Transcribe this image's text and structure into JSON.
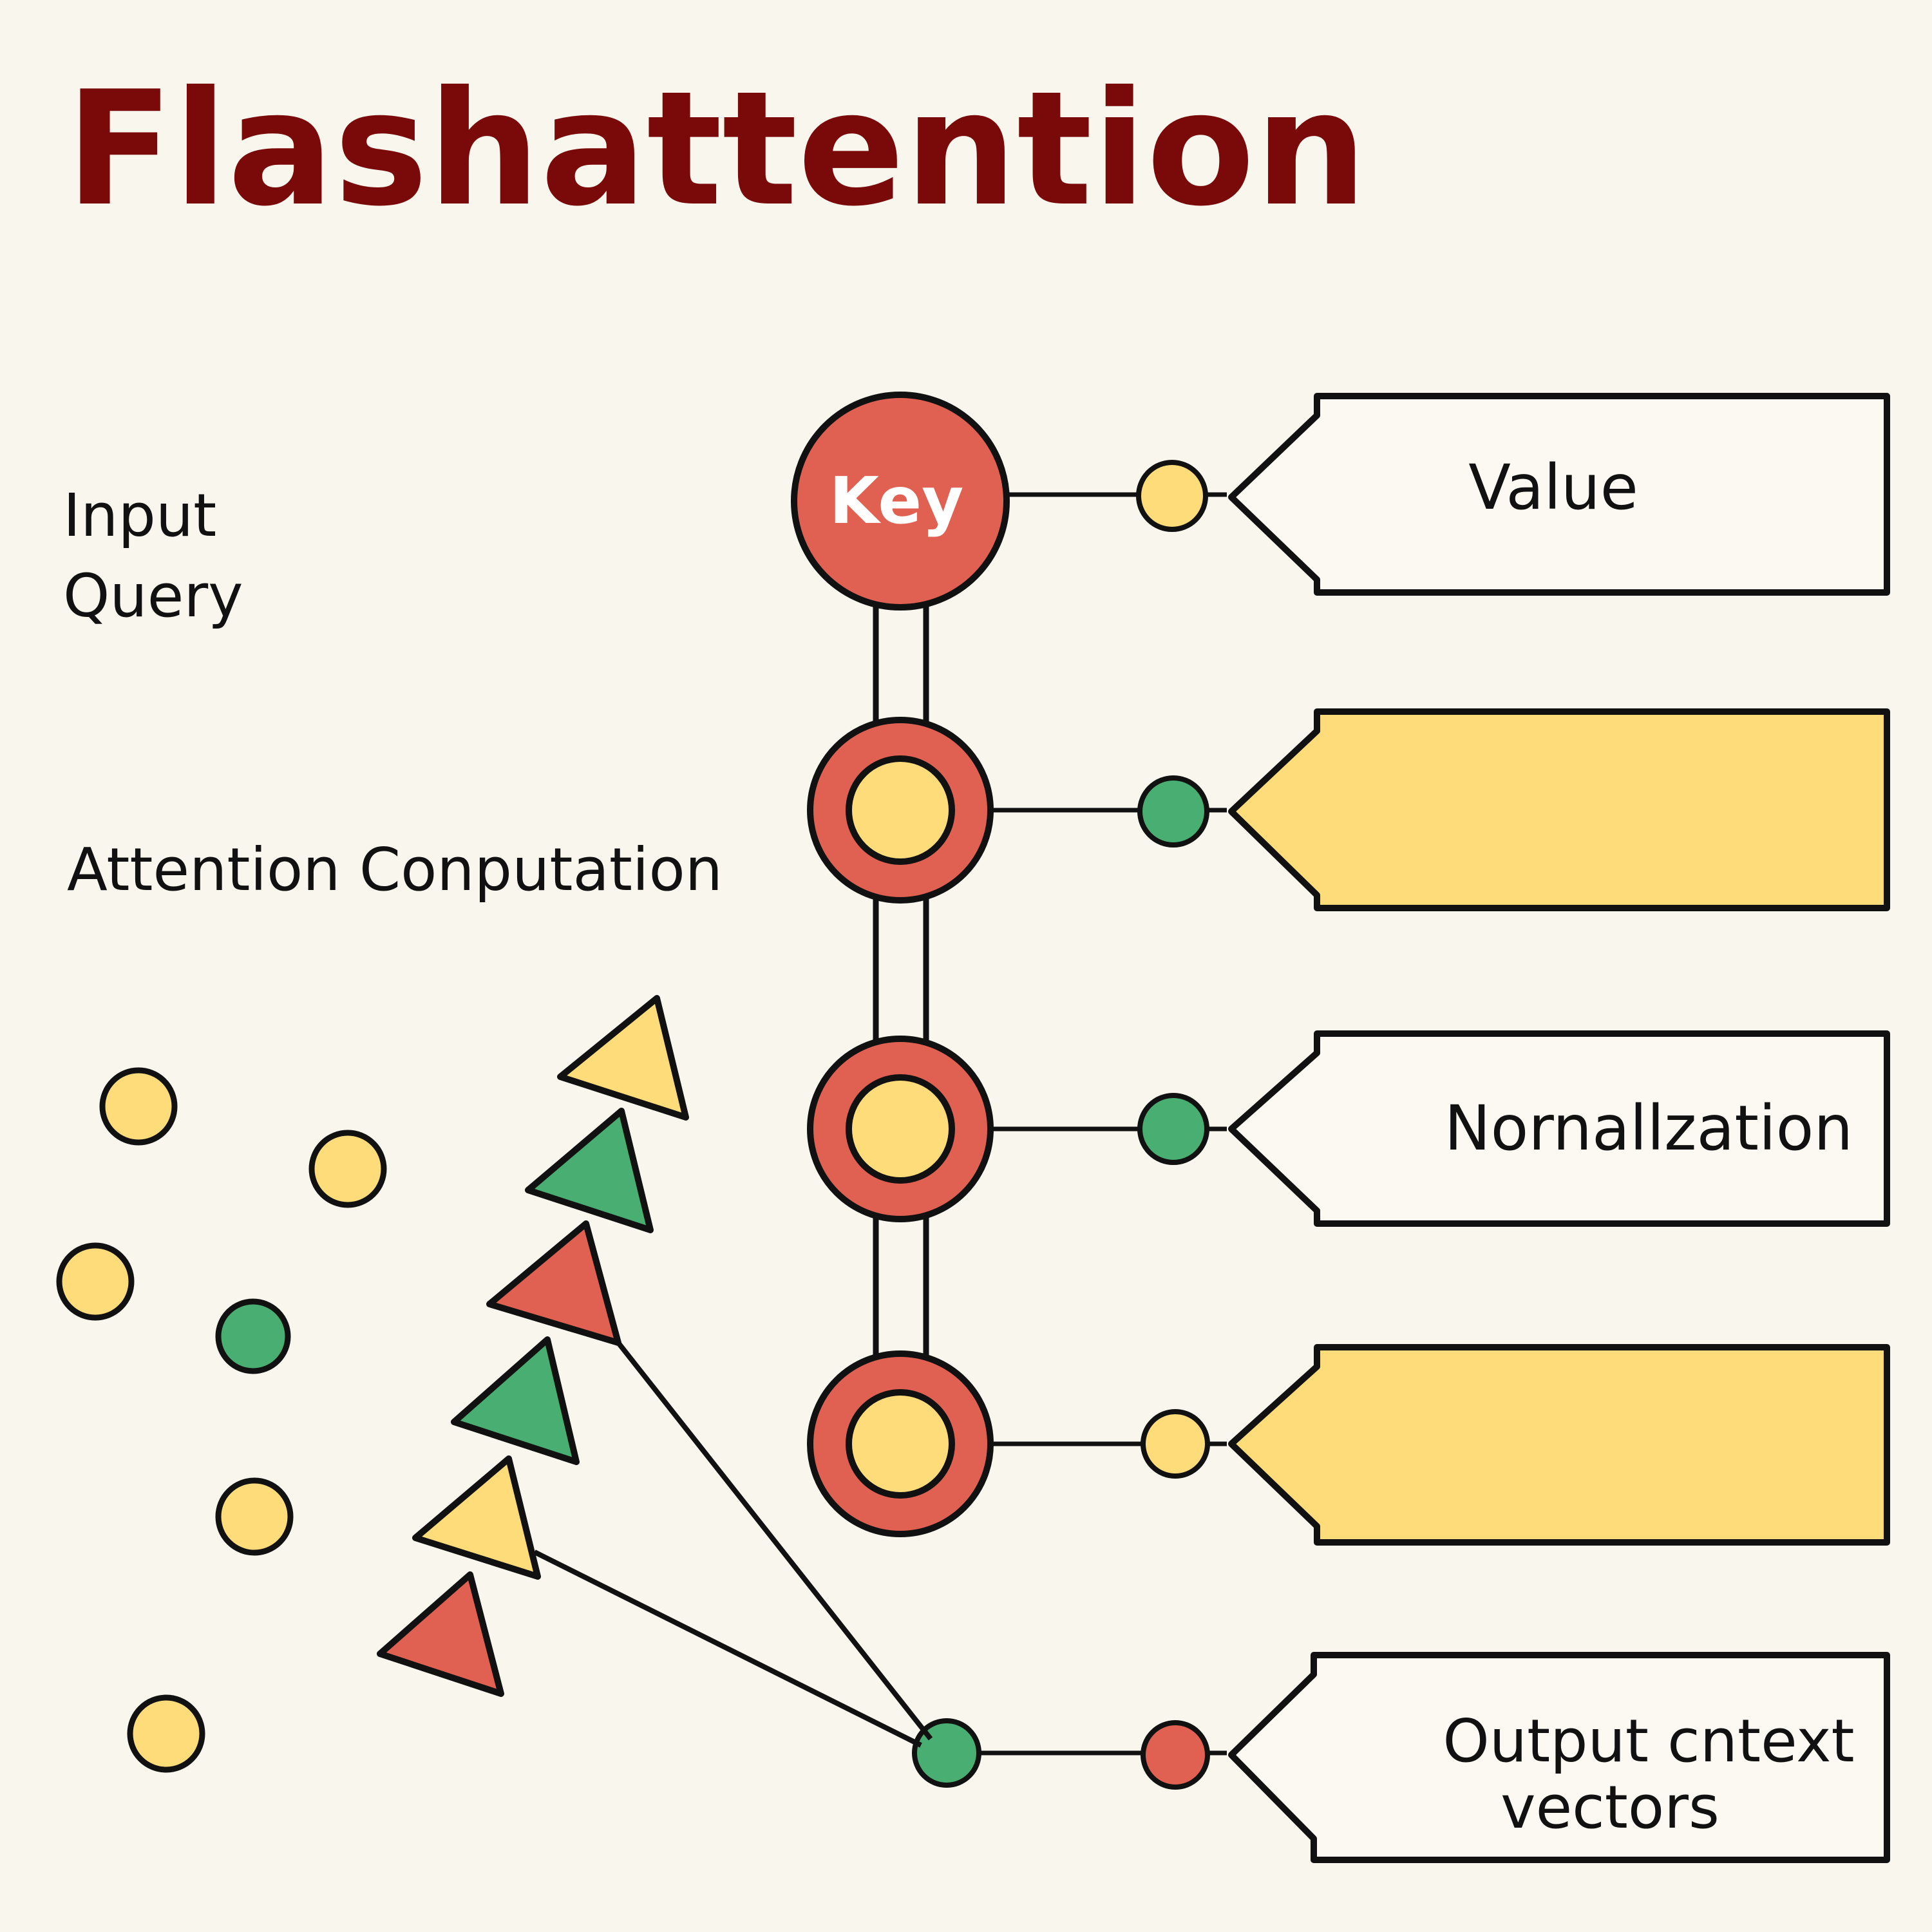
{
  "title": "Flashattention",
  "labels": {
    "input_line1": "Input",
    "input_line2": "Query",
    "attention": "Attention Conputation",
    "key": "Key",
    "value": "Value",
    "normalization": "Nornallzation",
    "output_line1": "Output cntext",
    "output_line2": "vectors"
  },
  "colors": {
    "title": "#7A0A0A",
    "background": "#F9F6EE",
    "red": "#E06152",
    "yellow": "#FEDC7A",
    "green": "#48AE71",
    "stroke": "#111111",
    "box": "#FBF9F2"
  }
}
